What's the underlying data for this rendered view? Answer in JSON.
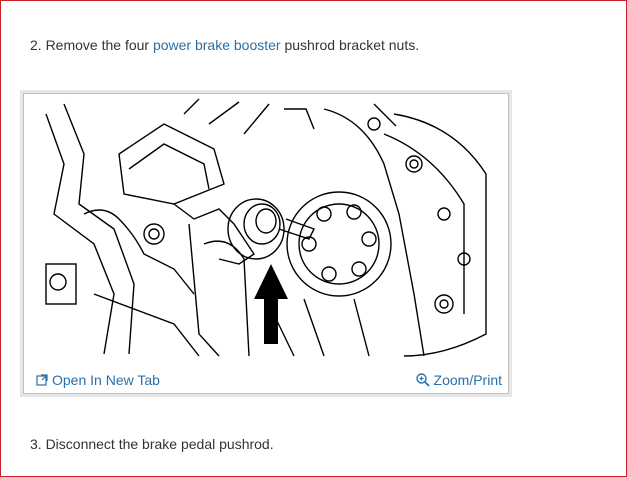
{
  "steps": {
    "step2": {
      "prefix": "2. Remove the four ",
      "link": "power brake booster",
      "suffix": " pushrod bracket nuts."
    },
    "step3": {
      "text": "3. Disconnect the brake pedal pushrod."
    }
  },
  "figure": {
    "open_tab_label": "Open In New Tab",
    "zoom_label": "Zoom/Print"
  },
  "colors": {
    "link": "#2a6fa8",
    "frame": "#c8202a"
  }
}
